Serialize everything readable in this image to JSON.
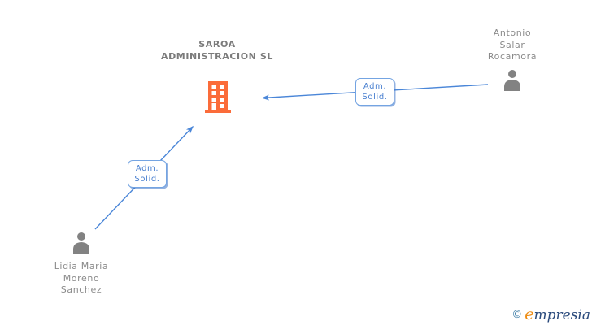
{
  "diagram": {
    "company": {
      "name": "SAROA ADMINISTRACION SL",
      "icon": "building-icon",
      "icon_color": "#fb6c3a"
    },
    "persons": [
      {
        "name": "Antonio Salar Rocamora",
        "icon": "person-icon",
        "position": "top-right"
      },
      {
        "name": "Lidia Maria Moreno Sanchez",
        "icon": "person-icon",
        "position": "bottom-left"
      }
    ],
    "edges": [
      {
        "label": "Adm. Solid.",
        "from": "Antonio Salar Rocamora",
        "to": "SAROA ADMINISTRACION SL"
      },
      {
        "label": "Adm. Solid.",
        "from": "Lidia Maria Moreno Sanchez",
        "to": "SAROA ADMINISTRACION SL"
      }
    ],
    "colors": {
      "edge_blue": "#4a86d8",
      "label_border_blue": "#74a4e2",
      "label_text_blue": "#4a80d0",
      "building_orange": "#fb6c3a",
      "person_gray": "#828282",
      "title_gray": "#7b7b7b",
      "name_gray": "#8a8a8a"
    }
  },
  "footer": {
    "copyright": "©",
    "brand_first_letter": "e",
    "brand_rest": "mpresia"
  }
}
